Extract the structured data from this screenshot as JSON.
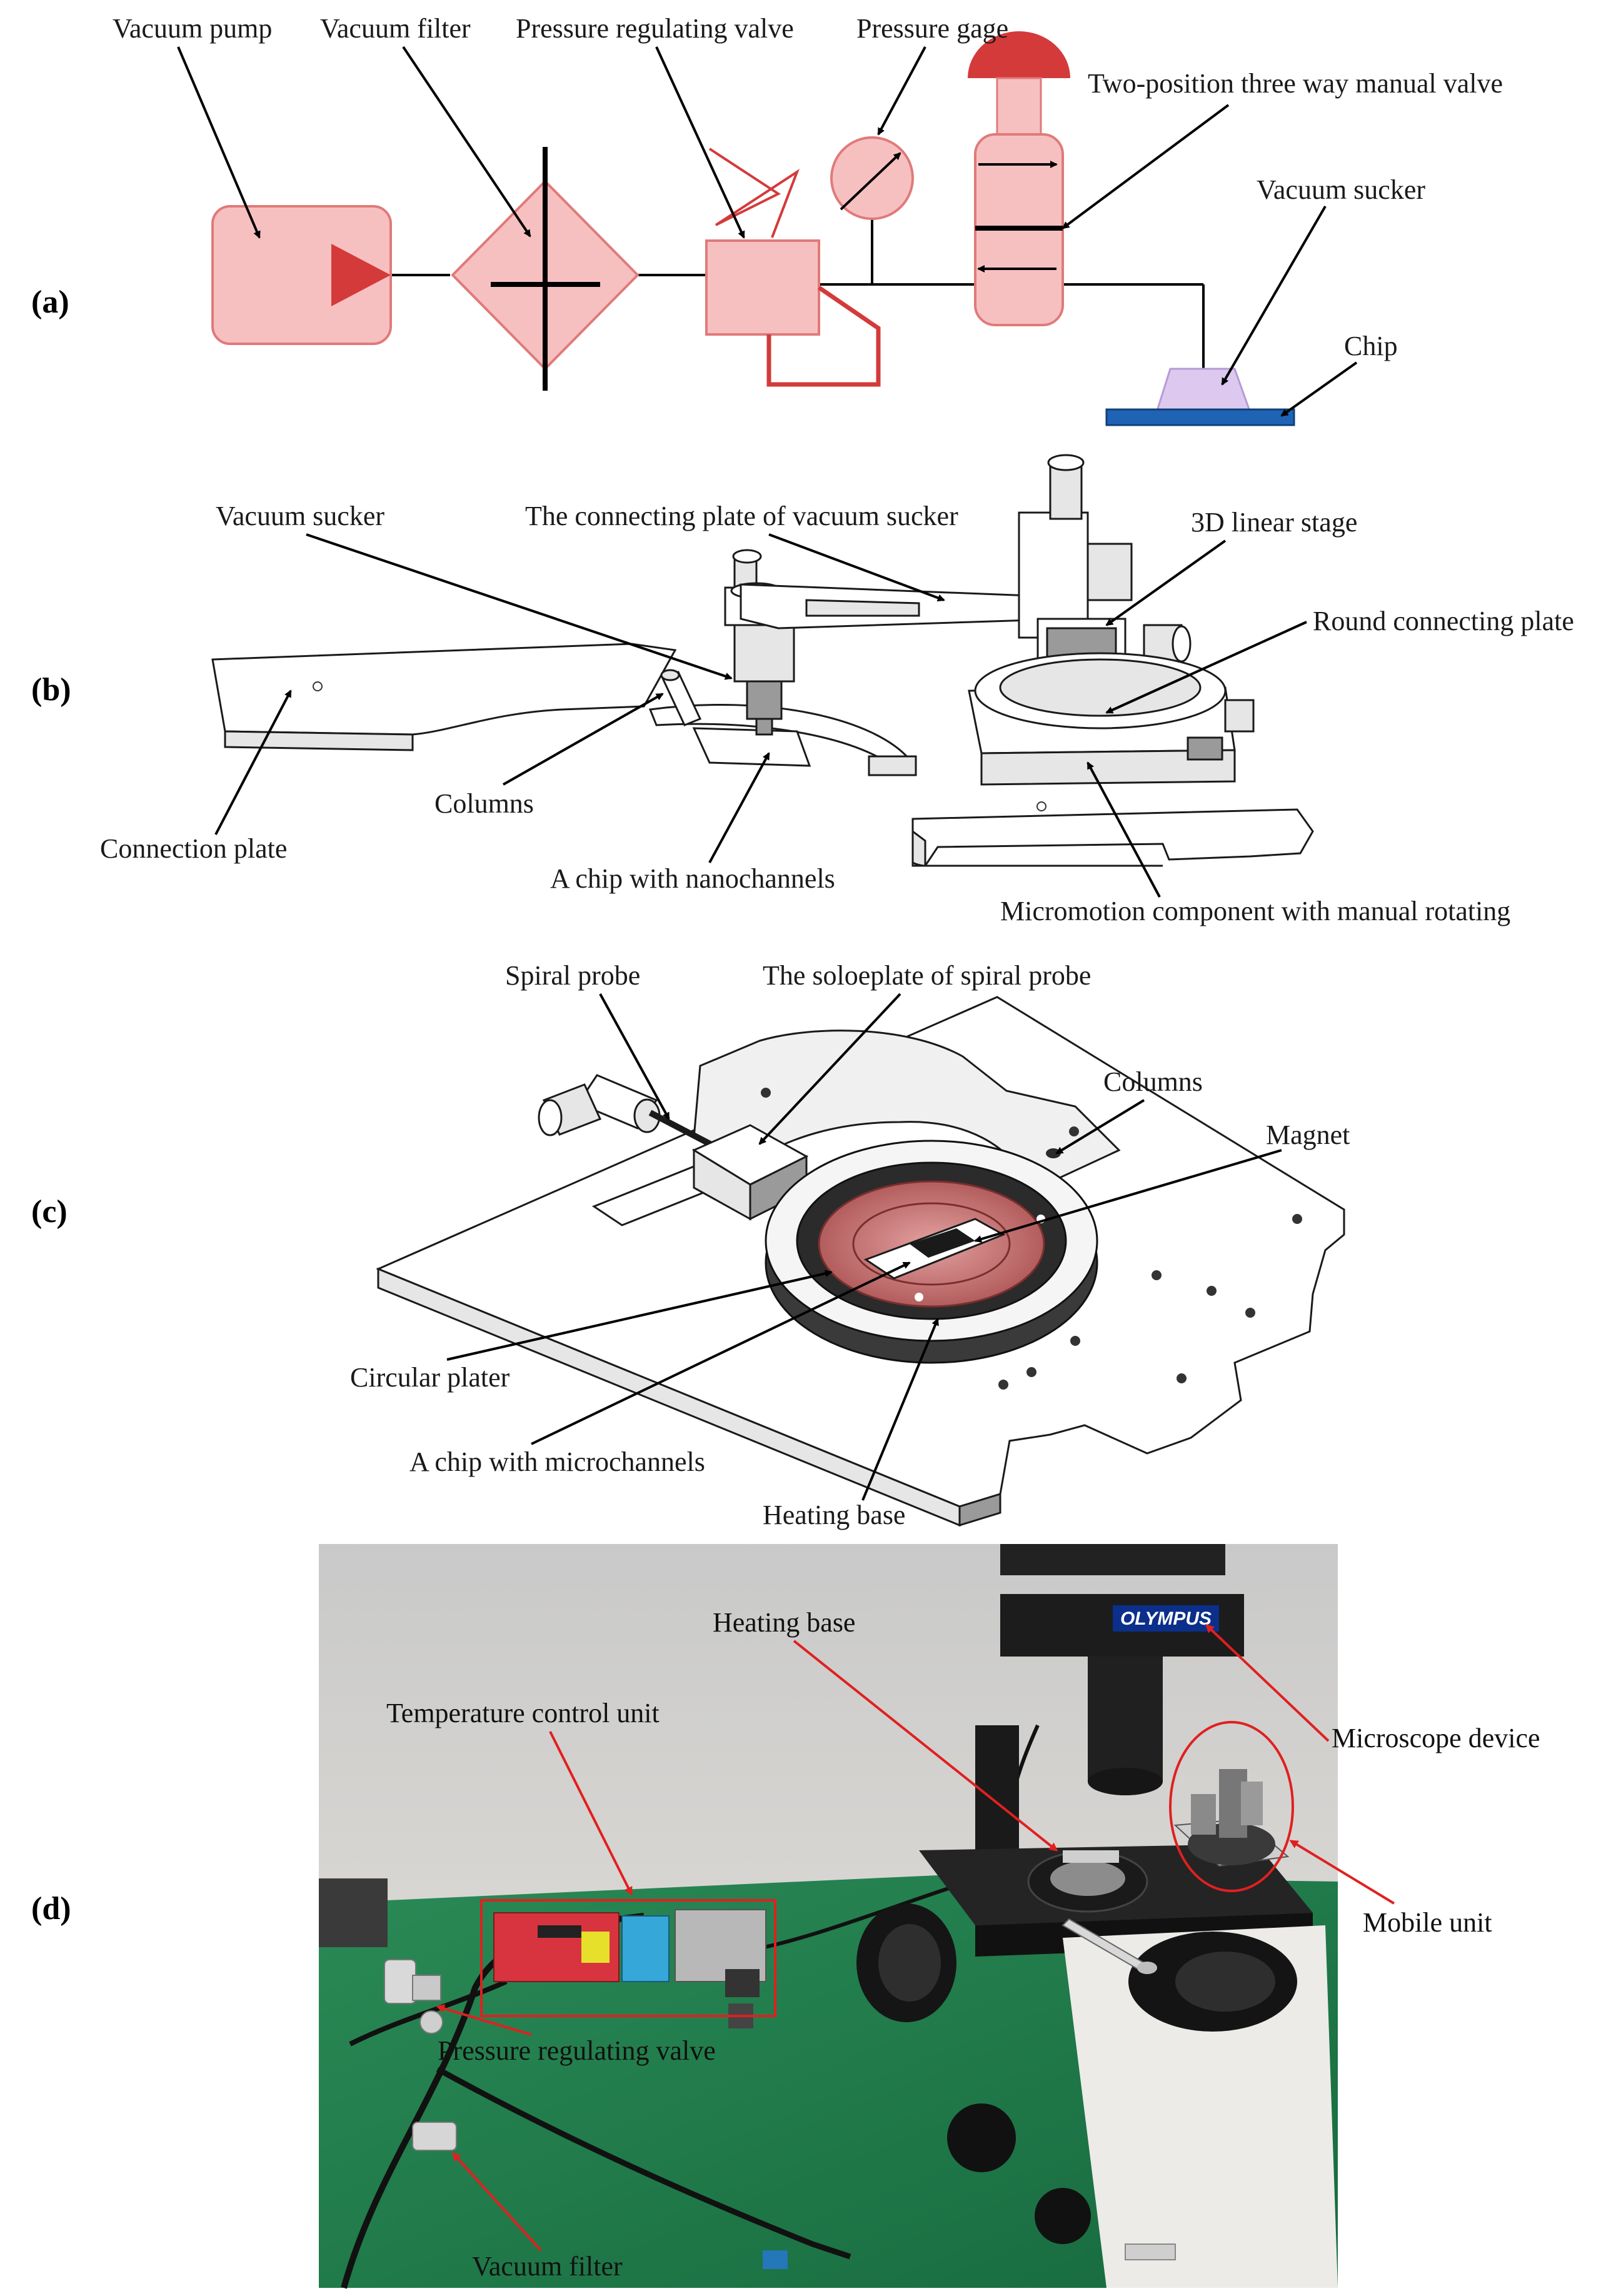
{
  "panels": {
    "a": "(a)",
    "b": "(b)",
    "c": "(c)",
    "d": "(d)"
  },
  "panel_a": {
    "vacuum_pump": "Vacuum pump",
    "vacuum_filter": "Vacuum filter",
    "pressure_regulating_valve": "Pressure regulating valve",
    "pressure_gage": "Pressure gage",
    "manual_valve": "Two-position three way manual valve",
    "vacuum_sucker": "Vacuum sucker",
    "chip": "Chip"
  },
  "panel_b": {
    "vacuum_sucker": "Vacuum sucker",
    "connecting_plate_sucker": "The connecting plate of vacuum sucker",
    "linear_stage": "3D linear stage",
    "round_connecting_plate": "Round connecting plate",
    "columns": "Columns",
    "connection_plate": "Connection plate",
    "chip_nanochannels": "A chip with nanochannels",
    "micromotion": "Micromotion component with manual rotating"
  },
  "panel_c": {
    "spiral_probe": "Spiral probe",
    "soleplate": "The soloeplate of spiral probe",
    "columns": "Columns",
    "magnet": "Magnet",
    "circular_plater": "Circular plater",
    "chip_microchannels": "A chip with microchannels",
    "heating_base": "Heating base"
  },
  "panel_d": {
    "heating_base": "Heating base",
    "brand": "OLYMPUS",
    "temperature_control_unit": "Temperature control unit",
    "microscope_device": "Microscope device",
    "mobile_unit": "Mobile unit",
    "pressure_regulating_valve": "Pressure regulating valve",
    "vacuum_filter": "Vacuum filter"
  },
  "colors": {
    "component_fill": "#f7c0c0",
    "component_stroke": "#e07a7a",
    "valve_red": "#d43a3a",
    "chip_blue": "#1f63b5",
    "sucker_purple": "#ddc9ef",
    "annotation_red": "#e02020",
    "bench_green": "#1f7a4a",
    "heating_plate": "#c97373"
  }
}
